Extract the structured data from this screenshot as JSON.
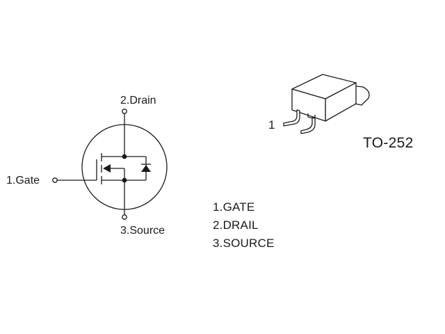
{
  "symbol": {
    "drain_label": "2.Drain",
    "gate_label": "1.Gate",
    "source_label": "3.Source"
  },
  "package": {
    "name": "TO-252",
    "pin1_marker": "1"
  },
  "pin_list": [
    "1.GATE",
    "2.DRAIL",
    "3.SOURCE"
  ],
  "colors": {
    "line": "#1a1a1a",
    "background": "#ffffff"
  }
}
